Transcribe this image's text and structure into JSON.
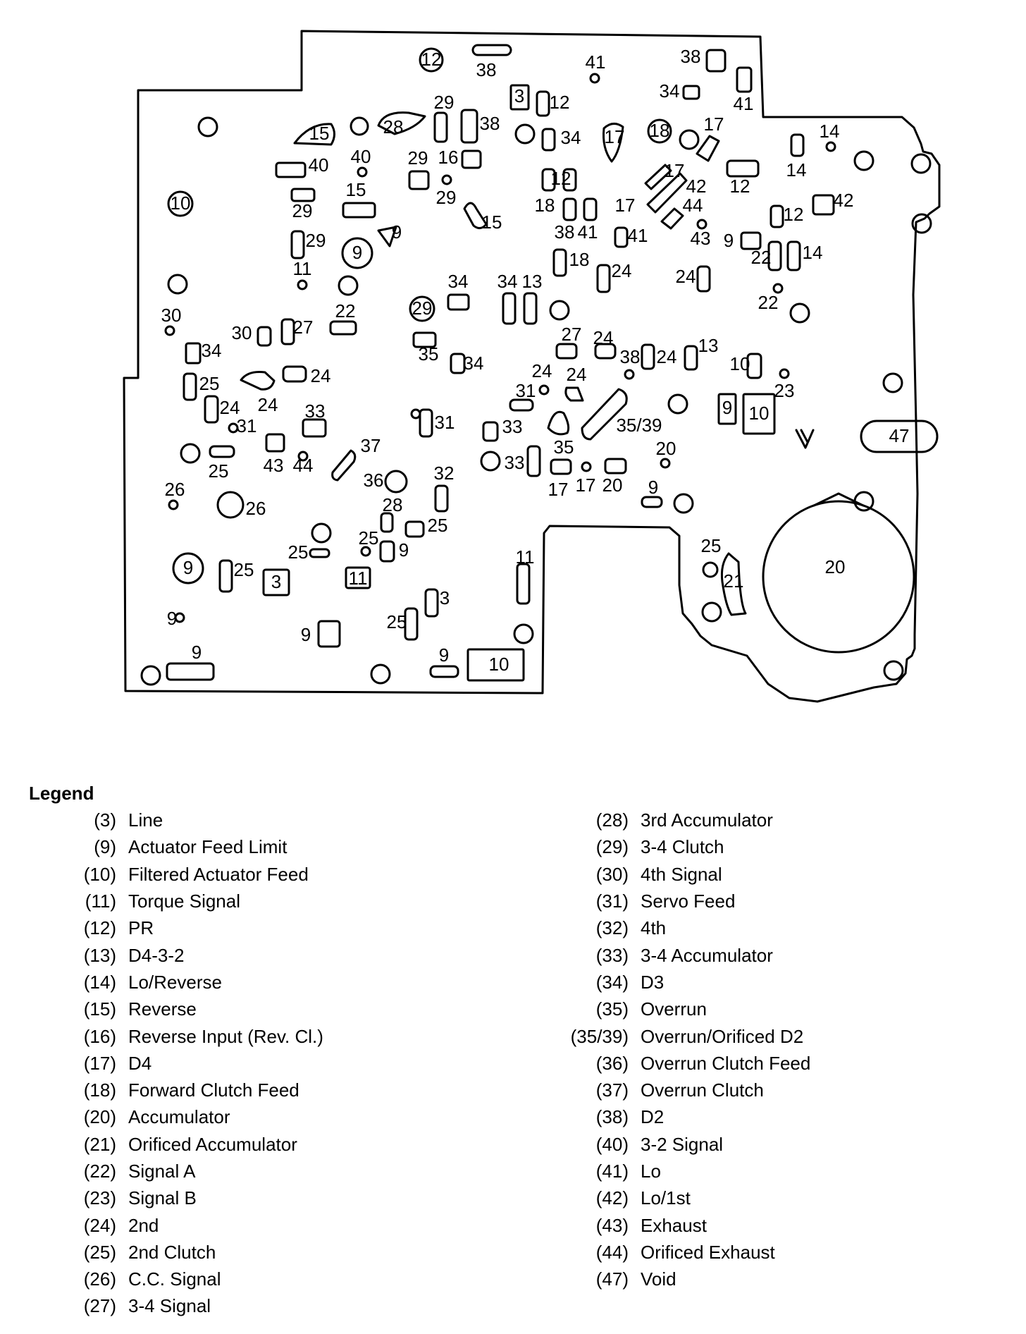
{
  "diagram": {
    "labels": {
      "l12a": "12",
      "l38a": "38",
      "l41a": "41",
      "l38b": "38",
      "l3a": "3",
      "l12b": "12",
      "l34a": "34",
      "l41b": "41",
      "l29a": "29",
      "l38c": "38",
      "l15a": "15",
      "l28a": "28",
      "l34b": "34",
      "l17a": "17",
      "l18a": "18",
      "l17b": "17",
      "l14a": "14",
      "l40a": "40",
      "l40b": "40",
      "l29b": "29",
      "l16a": "16",
      "l14b": "14",
      "l12c": "12",
      "l17c": "17",
      "l12d": "12",
      "l10a": "10",
      "l15b": "15",
      "l29c": "29",
      "l29d": "29",
      "l15c": "15",
      "l18b": "18",
      "l17d": "17",
      "l42a": "42",
      "l44a": "44",
      "l12e": "12",
      "l42b": "42",
      "l29e": "29",
      "l9a": "9",
      "l9b": "9",
      "l38d": "38",
      "l41c": "41",
      "l41d": "41",
      "l43a": "43",
      "l9c": "9",
      "l22a": "22",
      "l14c": "14",
      "l18c": "18",
      "l24a": "24",
      "l24b": "24",
      "l11a": "11",
      "l34c": "34",
      "l34d": "34",
      "l13a": "13",
      "l22b": "22",
      "l29f": "29",
      "l30a": "30",
      "l22c": "22",
      "l30b": "30",
      "l27a": "27",
      "l27b": "27",
      "l24c": "24",
      "l35a": "35",
      "l34e": "34",
      "l34f": "34",
      "l38e": "38",
      "l24d": "24",
      "l13b": "13",
      "l10b": "10",
      "l23a": "23",
      "l25a": "25",
      "l24e": "24",
      "l24f": "24",
      "l24g": "24",
      "l24h": "24",
      "l24i": "24",
      "l31a": "31",
      "l9d": "9",
      "l10c": "10",
      "l31b": "31",
      "l33a": "33",
      "l31c": "31",
      "l33b": "33",
      "l3539": "35/39",
      "l47": "47",
      "l37a": "37",
      "l35b": "35",
      "l20a": "20",
      "l25b": "25",
      "l43b": "43",
      "l44b": "44",
      "l33c": "33",
      "l17e": "17",
      "l17f": "17",
      "l20b": "20",
      "l26a": "26",
      "l36a": "36",
      "l32a": "32",
      "l9e": "9",
      "l26b": "26",
      "l28b": "28",
      "l25c": "25",
      "l25d": "25",
      "l9f": "9",
      "l25e": "25",
      "l20c": "20",
      "l9g": "9",
      "l25f": "25",
      "l3b": "3",
      "l11b": "11",
      "l11c": "11",
      "l21a": "21",
      "l3c": "3",
      "l25g": "25",
      "l9h": "9",
      "l25h": "25",
      "l9i": "9",
      "l9j": "9",
      "l10d": "10",
      "lV": "V"
    }
  },
  "legend": {
    "title": "Legend",
    "left": [
      {
        "code": "(3)",
        "name": "Line"
      },
      {
        "code": "(9)",
        "name": "Actuator Feed Limit"
      },
      {
        "code": "(10)",
        "name": "Filtered Actuator Feed"
      },
      {
        "code": "(11)",
        "name": "Torque Signal"
      },
      {
        "code": "(12)",
        "name": "PR"
      },
      {
        "code": "(13)",
        "name": "D4-3-2"
      },
      {
        "code": "(14)",
        "name": "Lo/Reverse"
      },
      {
        "code": "(15)",
        "name": "Reverse"
      },
      {
        "code": "(16)",
        "name": "Reverse Input (Rev. Cl.)"
      },
      {
        "code": "(17)",
        "name": "D4"
      },
      {
        "code": "(18)",
        "name": "Forward Clutch Feed"
      },
      {
        "code": "(20)",
        "name": "Accumulator"
      },
      {
        "code": "(21)",
        "name": "Orificed Accumulator"
      },
      {
        "code": "(22)",
        "name": "Signal A"
      },
      {
        "code": "(23)",
        "name": "Signal B"
      },
      {
        "code": "(24)",
        "name": "2nd"
      },
      {
        "code": "(25)",
        "name": "2nd Clutch"
      },
      {
        "code": "(26)",
        "name": "C.C. Signal"
      },
      {
        "code": "(27)",
        "name": "3-4 Signal"
      }
    ],
    "right": [
      {
        "code": "(28)",
        "name": "3rd Accumulator"
      },
      {
        "code": "(29)",
        "name": "3-4 Clutch"
      },
      {
        "code": "(30)",
        "name": "4th Signal"
      },
      {
        "code": "(31)",
        "name": "Servo Feed"
      },
      {
        "code": "(32)",
        "name": "4th"
      },
      {
        "code": "(33)",
        "name": "3-4 Accumulator"
      },
      {
        "code": "(34)",
        "name": "D3"
      },
      {
        "code": "(35)",
        "name": "Overrun"
      },
      {
        "code": "(35/39)",
        "name": "Overrun/Orificed D2"
      },
      {
        "code": "(36)",
        "name": "Overrun Clutch Feed"
      },
      {
        "code": "(37)",
        "name": "Overrun Clutch"
      },
      {
        "code": "(38)",
        "name": "D2"
      },
      {
        "code": "(40)",
        "name": "3-2 Signal"
      },
      {
        "code": "(41)",
        "name": "Lo"
      },
      {
        "code": "(42)",
        "name": "Lo/1st"
      },
      {
        "code": "(43)",
        "name": "Exhaust"
      },
      {
        "code": "(44)",
        "name": "Orificed Exhaust"
      },
      {
        "code": "(47)",
        "name": "Void"
      }
    ]
  }
}
